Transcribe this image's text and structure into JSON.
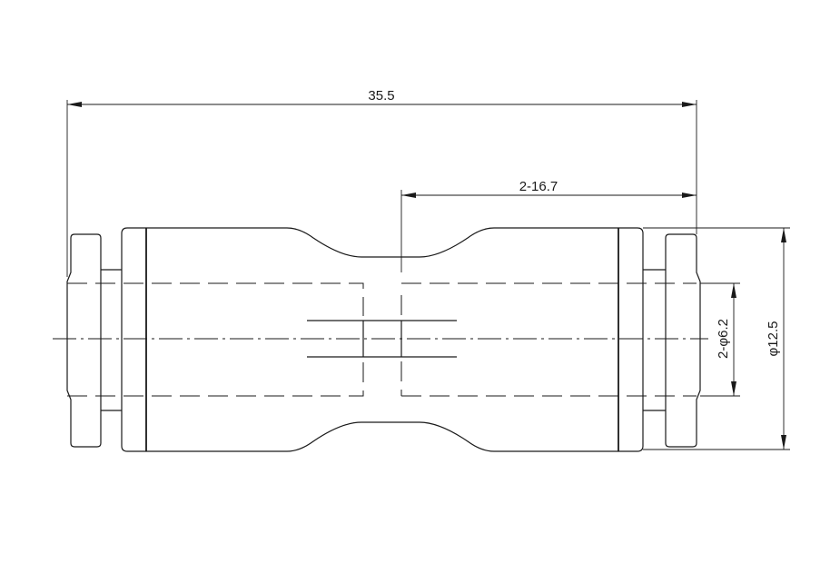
{
  "dimensions": {
    "overall_length": "35.5",
    "half_length": "2-16.7",
    "bore_diameter": "2-φ6.2",
    "outer_diameter": "φ12.5"
  },
  "colors": {
    "line": "#1a1a1a",
    "background": "#ffffff"
  }
}
